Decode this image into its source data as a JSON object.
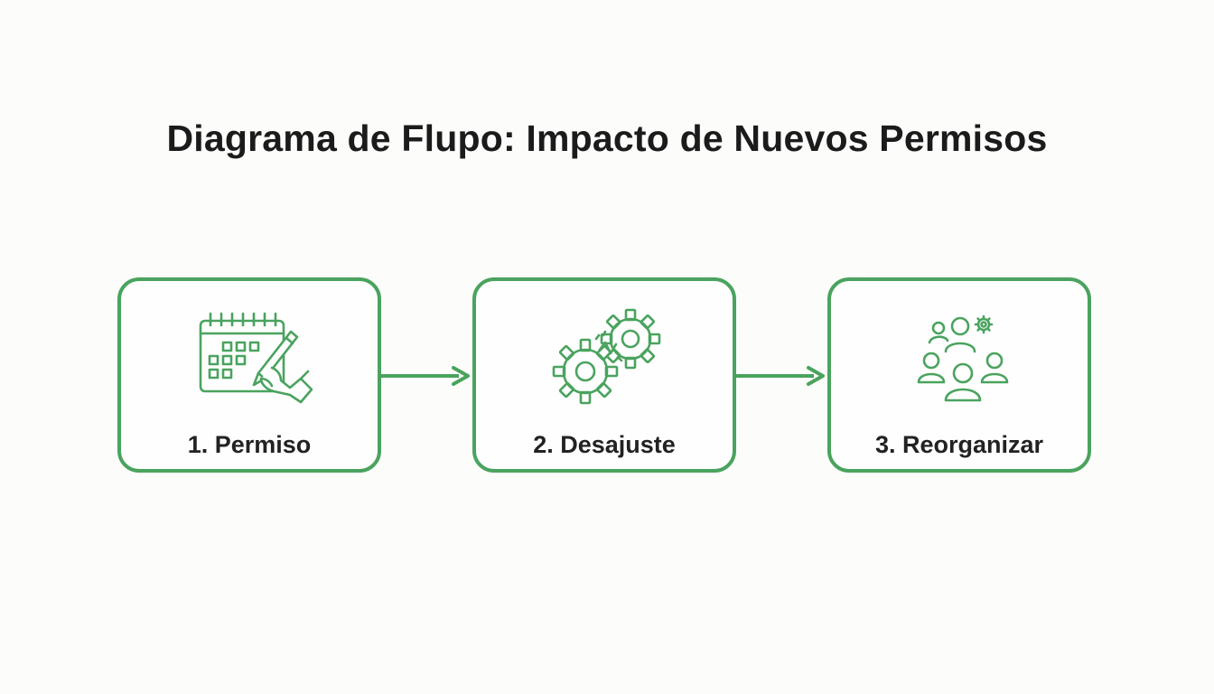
{
  "title": "Diagrama de Flupo: Impacto de Nuevos Permisos",
  "accent_color": "#4aa35e",
  "steps": [
    {
      "label": "1. Permiso",
      "icon": "calendar-pen-icon"
    },
    {
      "label": "2. Desajuste",
      "icon": "broken-gears-icon"
    },
    {
      "label": "3. Reorganizar",
      "icon": "team-gear-icon"
    }
  ]
}
